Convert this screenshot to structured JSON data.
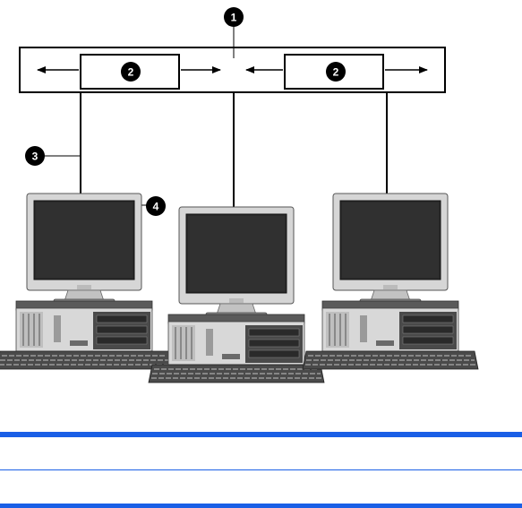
{
  "callouts": {
    "one": "1",
    "two_left": "2",
    "two_right": "2",
    "three": "3",
    "four": "4"
  },
  "colors": {
    "line": "#000000",
    "monitor_bezel": "#cfcfcf",
    "monitor_screen": "#2a2a2a",
    "case": "#d2d2d2",
    "keyboard": "#3a3a3a",
    "rule_blue": "#1a5fe6"
  },
  "icons": [
    "network-hub-icon",
    "computer-icon",
    "monitor-icon",
    "keyboard-icon"
  ]
}
